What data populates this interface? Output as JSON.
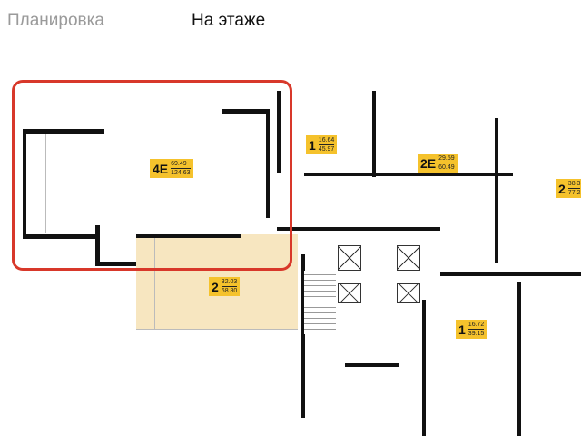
{
  "tabs": [
    {
      "label": "Планировка",
      "active": false
    },
    {
      "label": "На этаже",
      "active": true
    }
  ],
  "apartments": [
    {
      "rooms": "4E",
      "living": "69.49",
      "total": "124.63",
      "selected": true
    },
    {
      "rooms": "1",
      "living": "16.64",
      "total": "45.97"
    },
    {
      "rooms": "2E",
      "living": "29.59",
      "total": "60.49"
    },
    {
      "rooms": "2",
      "living": "38.3",
      "total": "77.2"
    },
    {
      "rooms": "2",
      "living": "32.03",
      "total": "68.80",
      "highlighted": true
    },
    {
      "rooms": "1",
      "living": "16.72",
      "total": "39.15"
    }
  ],
  "colors": {
    "selection": "#d8382a",
    "label": "#f5c22c",
    "highlight": "#f7e6c0"
  }
}
